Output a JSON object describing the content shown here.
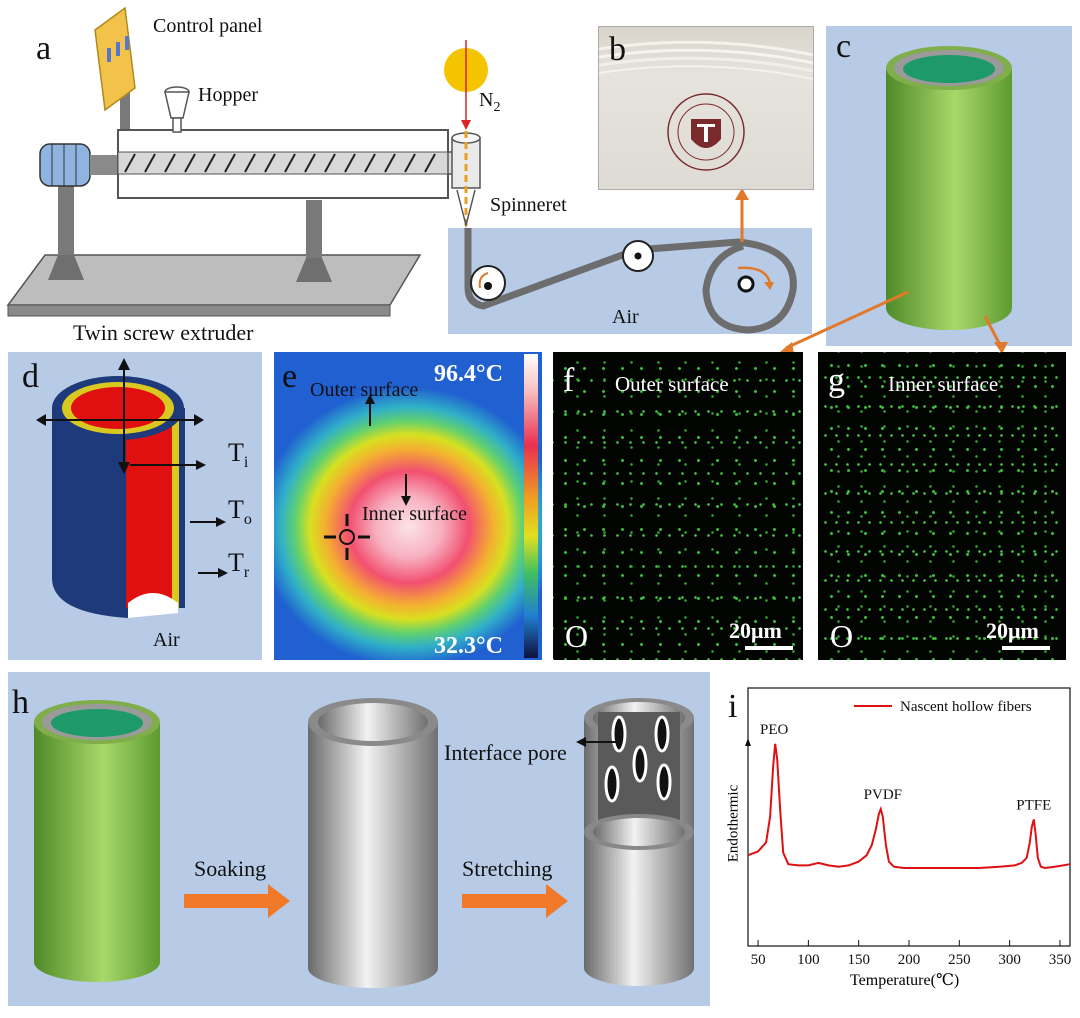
{
  "panel_a": {
    "letter": "a",
    "control_panel": "Control panel",
    "hopper": "Hopper",
    "n2_base": "N",
    "n2_sub": "2",
    "spinneret": "Spinneret",
    "caption": "Twin screw extruder",
    "air": "Air"
  },
  "panel_b": {
    "letter": "b"
  },
  "panel_c": {
    "letter": "c"
  },
  "panel_d": {
    "letter": "d",
    "ti_base": "T",
    "ti_sub": "i",
    "to_base": "T",
    "to_sub": "o",
    "tr_base": "T",
    "tr_sub": "r",
    "air": "Air"
  },
  "panel_e": {
    "letter": "e",
    "outer_surface": "Outer surface",
    "inner_surface": "Inner surface",
    "temp_max": "96.4°C",
    "temp_min": "32.3°C"
  },
  "panel_f": {
    "letter": "f",
    "title": "Outer surface",
    "element": "O",
    "scale": "20μm"
  },
  "panel_g": {
    "letter": "g",
    "title": "Inner surface",
    "element": "O",
    "scale": "20μm"
  },
  "panel_h": {
    "letter": "h",
    "soaking": "Soaking",
    "stretching": "Stretching",
    "interface_pore": "Interface pore"
  },
  "panel_i": {
    "letter": "i"
  },
  "chart_data": {
    "type": "line",
    "title": "",
    "xlabel": "Temperature(℃)",
    "ylabel": "Endothermic",
    "xlim": [
      40,
      360
    ],
    "xticks": [
      50,
      100,
      150,
      200,
      250,
      300,
      350
    ],
    "series": [
      {
        "name": "Nascent hollow fibers",
        "color": "#dd1111",
        "x": [
          40,
          50,
          58,
          62,
          65,
          67,
          69,
          72,
          75,
          80,
          90,
          100,
          110,
          120,
          130,
          140,
          150,
          158,
          163,
          167,
          170,
          172,
          174,
          177,
          180,
          185,
          195,
          210,
          230,
          250,
          270,
          290,
          305,
          312,
          317,
          320,
          322,
          324,
          326,
          328,
          331,
          335,
          345,
          360
        ],
        "y": [
          0.1,
          0.13,
          0.2,
          0.4,
          0.8,
          0.97,
          0.85,
          0.45,
          0.12,
          0.03,
          0.02,
          0.02,
          0.04,
          0.02,
          0.01,
          0.02,
          0.05,
          0.1,
          0.18,
          0.3,
          0.42,
          0.46,
          0.4,
          0.18,
          0.05,
          0.01,
          0.0,
          0.0,
          0.0,
          0.0,
          0.0,
          0.01,
          0.02,
          0.04,
          0.08,
          0.2,
          0.32,
          0.38,
          0.25,
          0.08,
          0.01,
          0.0,
          0.01,
          0.03
        ]
      }
    ],
    "annotations": [
      "PEO",
      "PVDF",
      "PTFE"
    ]
  }
}
